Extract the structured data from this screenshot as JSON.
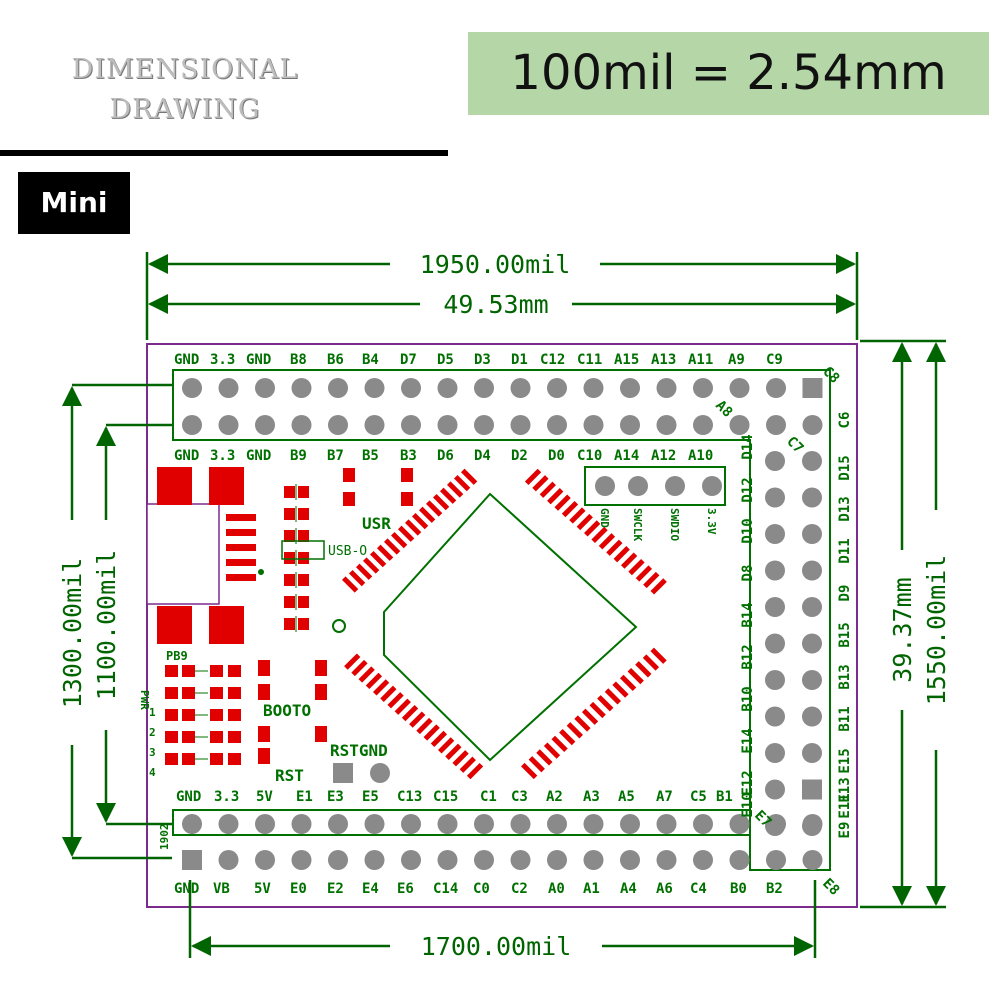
{
  "header": {
    "title_line1": "DIMENSIONAL",
    "title_line2": "DRAWING",
    "scale_note": "100mil = 2.54mm",
    "variant": "Mini"
  },
  "dimensions": {
    "width_mil": "1950.00mil",
    "width_mm": "49.53mm",
    "pitch_span": "1700.00mil",
    "height_outer_mil": "1300.00mil",
    "height_inner_mil": "1100.00mil",
    "height_mm": "39.37mm",
    "height_total_mil": "1550.00mil"
  },
  "pins": {
    "top_outer": [
      "GND",
      "3.3",
      "GND",
      "B8",
      "B6",
      "B4",
      "D7",
      "D5",
      "D3",
      "D1",
      "C12",
      "C11",
      "A15",
      "A13",
      "A11",
      "A9",
      "C9"
    ],
    "top_inner": [
      "GND",
      "3.3",
      "GND",
      "B9",
      "B7",
      "B5",
      "B3",
      "D6",
      "D4",
      "D2",
      "D0",
      "C10",
      "A14",
      "A12",
      "A10"
    ],
    "bottom_inner": [
      "GND",
      "3.3",
      "5V",
      "E1",
      "E3",
      "E5",
      "C13",
      "C15",
      "C1",
      "C3",
      "A2",
      "A3",
      "A5",
      "A7",
      "C5",
      "B1"
    ],
    "bottom_outer": [
      "GND",
      "VB",
      "5V",
      "E0",
      "E2",
      "E4",
      "E6",
      "C14",
      "C0",
      "C2",
      "A0",
      "A1",
      "A4",
      "A6",
      "C4",
      "B0",
      "B2"
    ],
    "right_inner": [
      "D14",
      "D12",
      "D10",
      "D8",
      "B14",
      "B12",
      "B10",
      "E14",
      "E12",
      "E10"
    ],
    "right_outer": [
      "C6",
      "D15",
      "D13",
      "D11",
      "D9",
      "B15",
      "B13",
      "B11",
      "E15",
      "E13",
      "E11",
      "E9"
    ],
    "corner_marks": [
      "C8",
      "A8",
      "C7",
      "E7",
      "E8"
    ],
    "swd": [
      "GND",
      "SWCLK",
      "SWDIO",
      "3.3V"
    ]
  },
  "components": {
    "usr": "USR",
    "usb": "USB-O",
    "boot": "BOOTO",
    "rst": "RST",
    "rstgnd": "RSTGND",
    "pb9": "PB9",
    "pwr": "PWR",
    "leds": [
      "1",
      "2",
      "3",
      "4"
    ],
    "year": "1902"
  },
  "colors": {
    "outline": "#7b2a8e",
    "silkscreen": "#007000",
    "pad": "#e00000",
    "hole": "#8a8a8a",
    "dimension": "#006400"
  }
}
